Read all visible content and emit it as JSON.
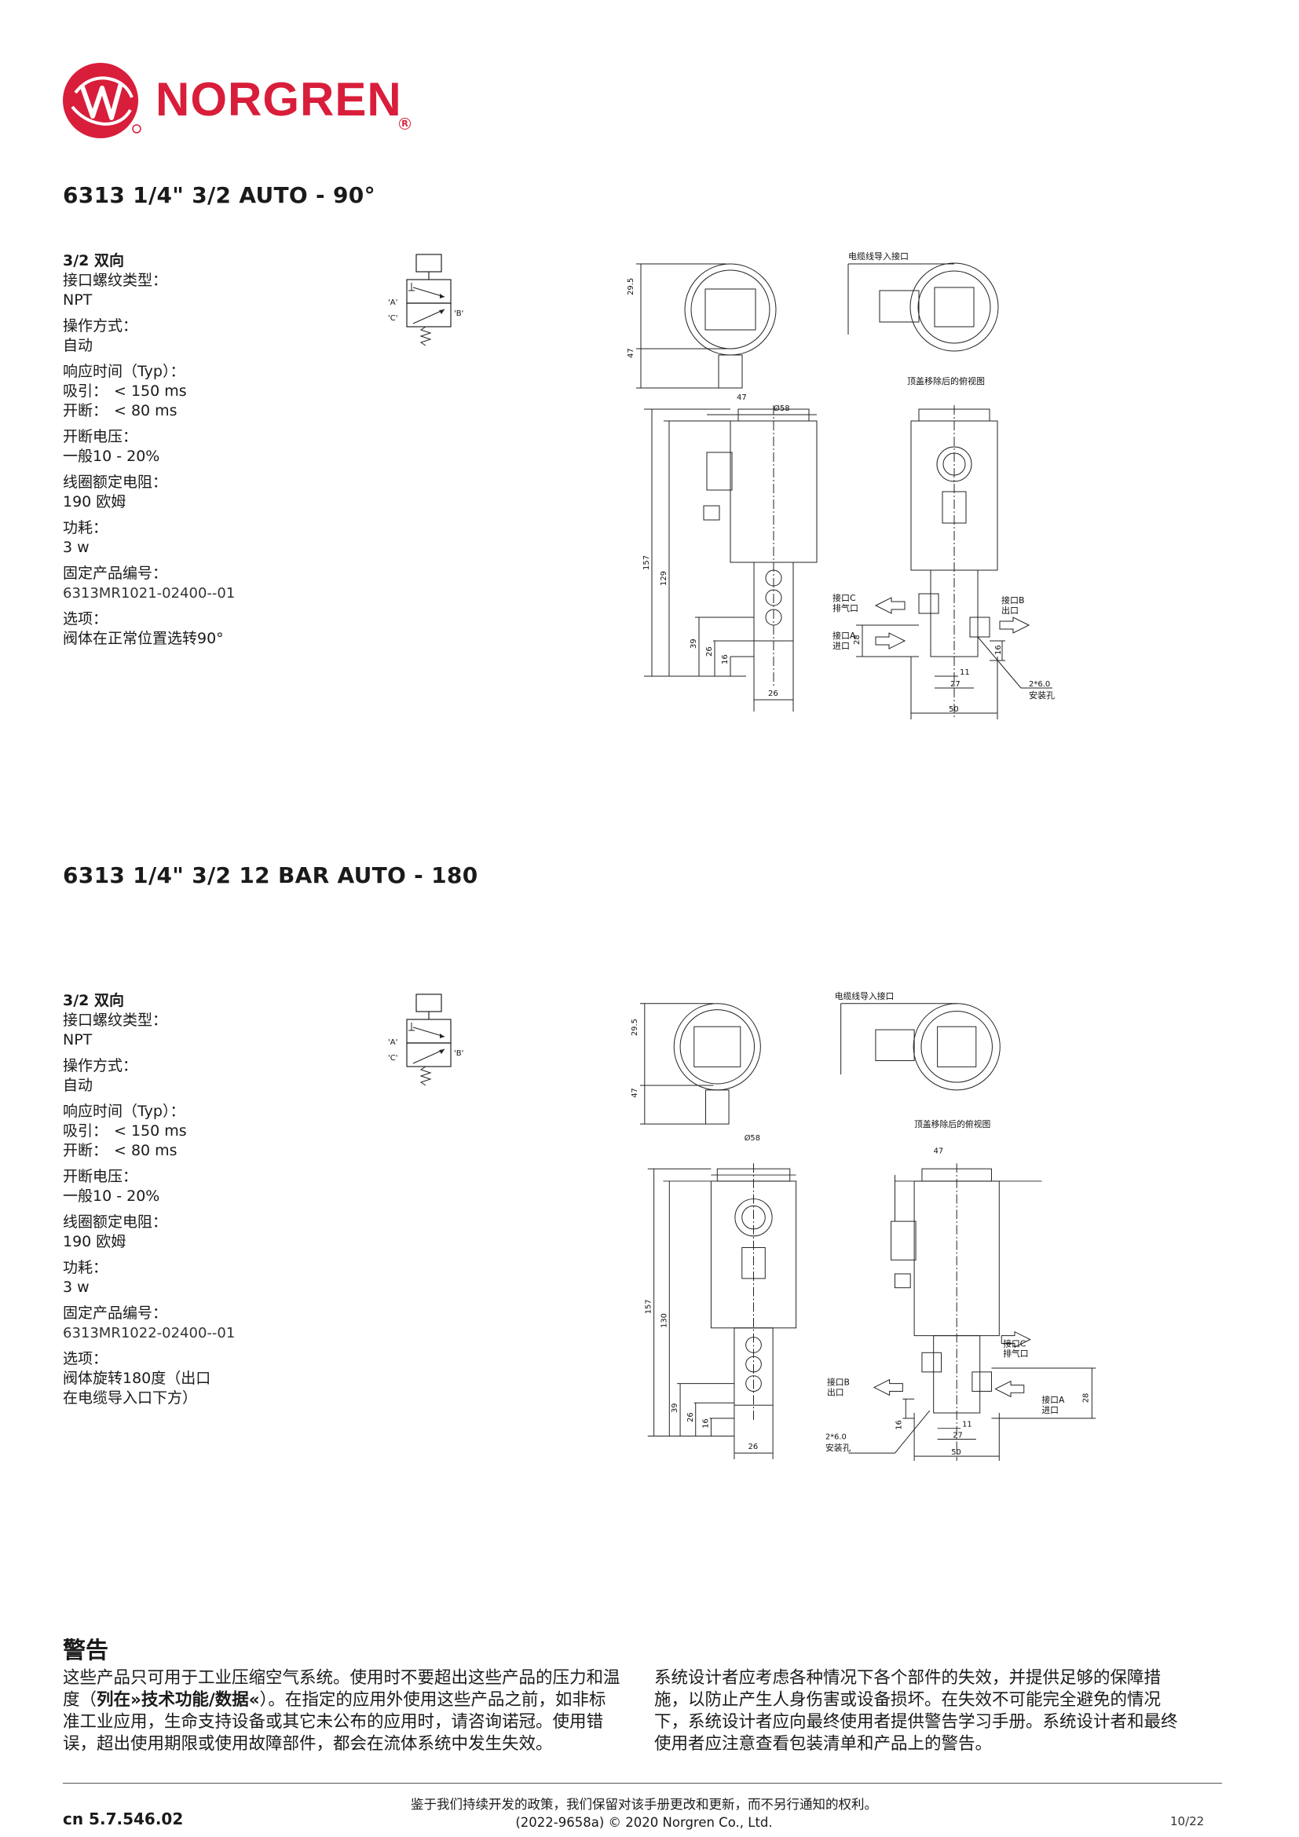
{
  "brand": {
    "name": "NORGREN",
    "color": "#d81e3a"
  },
  "products": [
    {
      "title": "6313 1/4\" 3/2 AUTO - 90°",
      "specs": {
        "type": "3/2 双向",
        "thread_label": "接口螺纹类型：",
        "thread_value": "NPT",
        "operation_label": "操作方式：",
        "operation_value": "自动",
        "response_label": "响应时间（Typ）：",
        "pull_key": "吸引：",
        "pull_val": "< 150 ms",
        "release_key": "开断：",
        "release_val": "< 80 ms",
        "dropout_label": "开断电压：",
        "dropout_value": "一般10 - 20%",
        "resistance_label": "线圈额定电阻：",
        "resistance_value": "190 欧姆",
        "power_label": "功耗：",
        "power_value": "3 w",
        "part_label": "固定产品编号：",
        "part_value": "6313MR1021-02400--01",
        "option_label": "选项：",
        "option_value": "阀体在正常位置选转90°"
      },
      "symbol": {
        "port_a": "'A'",
        "port_c": "'C'",
        "port_b": "'B'"
      },
      "drawing": {
        "cable_entry": "电缆线导入接口",
        "top_view": "顶盖移除后的俯视图",
        "dim_295": "29.5",
        "dim_47a": "47",
        "dim_47b": "47",
        "dim_58": "Ø58",
        "dim_157": "157",
        "dim_129": "129",
        "dim_39": "39",
        "dim_26a": "26",
        "dim_16a": "16",
        "dim_26b": "26",
        "port_c1": "接口C",
        "port_c2": "排气口",
        "port_a1": "接口A",
        "port_a2": "进口",
        "port_b1": "接口B",
        "port_b2": "出口",
        "dim_28": "28",
        "dim_16b": "16",
        "dim_11": "11",
        "dim_27": "27",
        "dim_50": "50",
        "hole1": "2*6.0",
        "hole2": "安装孔"
      }
    },
    {
      "title": "6313 1/4\" 3/2 12 BAR AUTO - 180",
      "specs": {
        "type": "3/2 双向",
        "thread_label": "接口螺纹类型：",
        "thread_value": "NPT",
        "operation_label": "操作方式：",
        "operation_value": "自动",
        "response_label": "响应时间（Typ）：",
        "pull_key": "吸引：",
        "pull_val": "< 150 ms",
        "release_key": "开断：",
        "release_val": "< 80 ms",
        "dropout_label": "开断电压：",
        "dropout_value": "一般10 - 20%",
        "resistance_label": "线圈额定电阻：",
        "resistance_value": "190 欧姆",
        "power_label": "功耗：",
        "power_value": "3 w",
        "part_label": "固定产品编号：",
        "part_value": "6313MR1022-02400--01",
        "option_label": "选项：",
        "option_value_1": "阀体旋转180度（出口",
        "option_value_2": "在电缆导入口下方）"
      },
      "symbol": {
        "port_a": "'A'",
        "port_c": "'C'",
        "port_b": "'B'"
      },
      "drawing": {
        "cable_entry": "电缆线导入接口",
        "top_view": "顶盖移除后的俯视图",
        "dim_295": "29.5",
        "dim_47a": "47",
        "dim_58": "Ø58",
        "dim_47b": "47",
        "dim_157": "157",
        "dim_130": "130",
        "dim_39": "39",
        "dim_26a": "26",
        "dim_16a": "16",
        "dim_26b": "26",
        "port_b1": "接口B",
        "port_b2": "出口",
        "port_c1": "接口C",
        "port_c2": "排气口",
        "port_a1": "接口A",
        "port_a2": "进口",
        "dim_16b": "16",
        "dim_28": "28",
        "dim_11": "11",
        "dim_27": "27",
        "dim_50": "50",
        "hole1": "2*6.0",
        "hole2": "安装孔"
      }
    }
  ],
  "warning": {
    "heading": "警告",
    "left_1": "这些产品只可用于工业压缩空气系统。使用时不要超出这些产品的压力和温",
    "left_2a": "度（",
    "left_2b": "列在»技术功能/数据«",
    "left_2c": "）。在指定的应用外使用这些产品之前，如非标",
    "left_3": "准工业应用，生命支持设备或其它未公布的应用时，请咨询诺冠。使用错",
    "left_4": "误，超出使用期限或使用故障部件，都会在流体系统中发生失效。",
    "right_1": "系统设计者应考虑各种情况下各个部件的失效，并提供足够的保障措",
    "right_2": "施，以防止产生人身伤害或设备损坏。在失效不可能完全避免的情况",
    "right_3": "下，系统设计者应向最终使用者提供警告学习手册。系统设计者和最终",
    "right_4": "使用者应注意查看包装清单和产品上的警告。"
  },
  "footer": {
    "code": "cn 5.7.546.02",
    "note_1": "鉴于我们持续开发的政策，我们保留对该手册更改和更新，而不另行通知的权利。",
    "note_2": "(2022-9658a) © 2020 Norgren Co., Ltd.",
    "page": "10/22"
  }
}
